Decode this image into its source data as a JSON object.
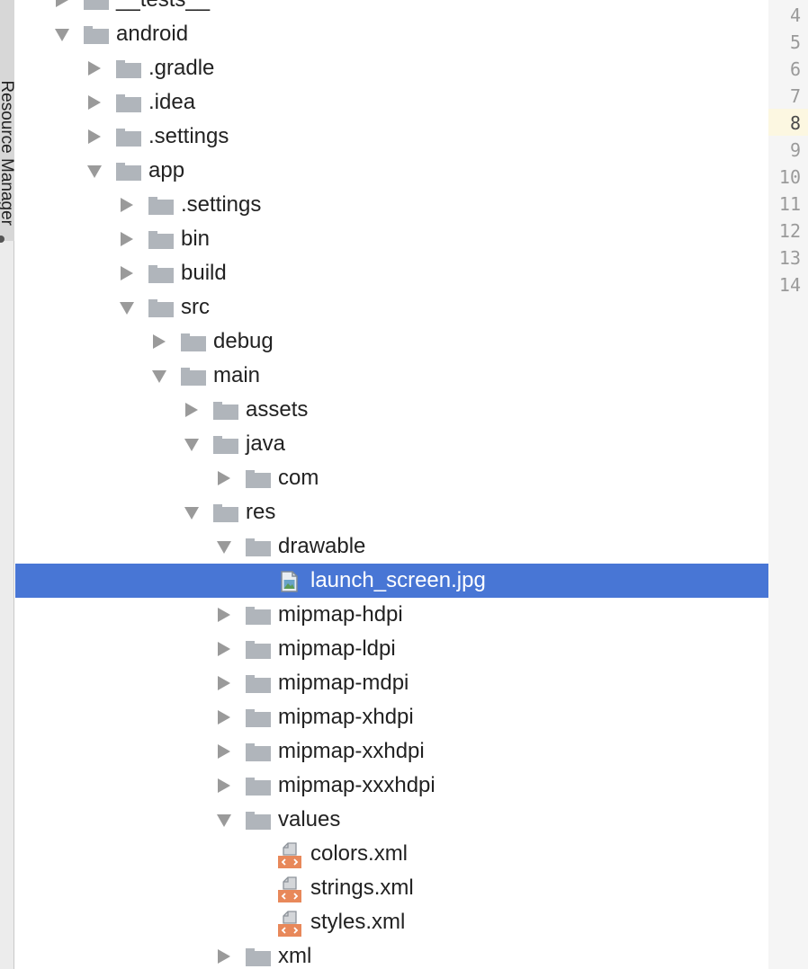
{
  "sidebar": {
    "tab_label": "Resource Manager"
  },
  "tree": {
    "items": [
      {
        "label": "__tests__",
        "type": "folder",
        "state": "collapsed",
        "depth": 1
      },
      {
        "label": "android",
        "type": "folder",
        "state": "expanded",
        "depth": 1
      },
      {
        "label": ".gradle",
        "type": "folder",
        "state": "collapsed",
        "depth": 2
      },
      {
        "label": ".idea",
        "type": "folder",
        "state": "collapsed",
        "depth": 2
      },
      {
        "label": ".settings",
        "type": "folder",
        "state": "collapsed",
        "depth": 2
      },
      {
        "label": "app",
        "type": "folder",
        "state": "expanded",
        "depth": 2
      },
      {
        "label": ".settings",
        "type": "folder",
        "state": "collapsed",
        "depth": 3
      },
      {
        "label": "bin",
        "type": "folder",
        "state": "collapsed",
        "depth": 3
      },
      {
        "label": "build",
        "type": "folder",
        "state": "collapsed",
        "depth": 3
      },
      {
        "label": "src",
        "type": "folder",
        "state": "expanded",
        "depth": 3
      },
      {
        "label": "debug",
        "type": "folder",
        "state": "collapsed",
        "depth": 4
      },
      {
        "label": "main",
        "type": "folder",
        "state": "expanded",
        "depth": 4
      },
      {
        "label": "assets",
        "type": "folder",
        "state": "collapsed",
        "depth": 5
      },
      {
        "label": "java",
        "type": "folder",
        "state": "expanded",
        "depth": 5
      },
      {
        "label": "com",
        "type": "folder",
        "state": "collapsed",
        "depth": 6
      },
      {
        "label": "res",
        "type": "folder",
        "state": "expanded",
        "depth": 5
      },
      {
        "label": "drawable",
        "type": "folder",
        "state": "expanded",
        "depth": 6
      },
      {
        "label": "launch_screen.jpg",
        "type": "image-file",
        "state": "leaf",
        "depth": 7,
        "selected": true
      },
      {
        "label": "mipmap-hdpi",
        "type": "folder",
        "state": "collapsed",
        "depth": 6
      },
      {
        "label": "mipmap-ldpi",
        "type": "folder",
        "state": "collapsed",
        "depth": 6
      },
      {
        "label": "mipmap-mdpi",
        "type": "folder",
        "state": "collapsed",
        "depth": 6
      },
      {
        "label": "mipmap-xhdpi",
        "type": "folder",
        "state": "collapsed",
        "depth": 6
      },
      {
        "label": "mipmap-xxhdpi",
        "type": "folder",
        "state": "collapsed",
        "depth": 6
      },
      {
        "label": "mipmap-xxxhdpi",
        "type": "folder",
        "state": "collapsed",
        "depth": 6
      },
      {
        "label": "values",
        "type": "folder",
        "state": "expanded",
        "depth": 6
      },
      {
        "label": "colors.xml",
        "type": "xml-file",
        "state": "leaf",
        "depth": 7
      },
      {
        "label": "strings.xml",
        "type": "xml-file",
        "state": "leaf",
        "depth": 7
      },
      {
        "label": "styles.xml",
        "type": "xml-file",
        "state": "leaf",
        "depth": 7
      },
      {
        "label": "xml",
        "type": "folder",
        "state": "collapsed",
        "depth": 6
      }
    ]
  },
  "gutter": {
    "line_numbers": [
      "4",
      "5",
      "6",
      "7",
      "8",
      "9",
      "10",
      "11",
      "12",
      "13",
      "14"
    ],
    "current_line": "8"
  },
  "colors": {
    "selection": "#4876d5",
    "folder": "#b0b5bb",
    "xml_badge": "#e8885a",
    "current_line_bg": "#fcf7e1"
  }
}
